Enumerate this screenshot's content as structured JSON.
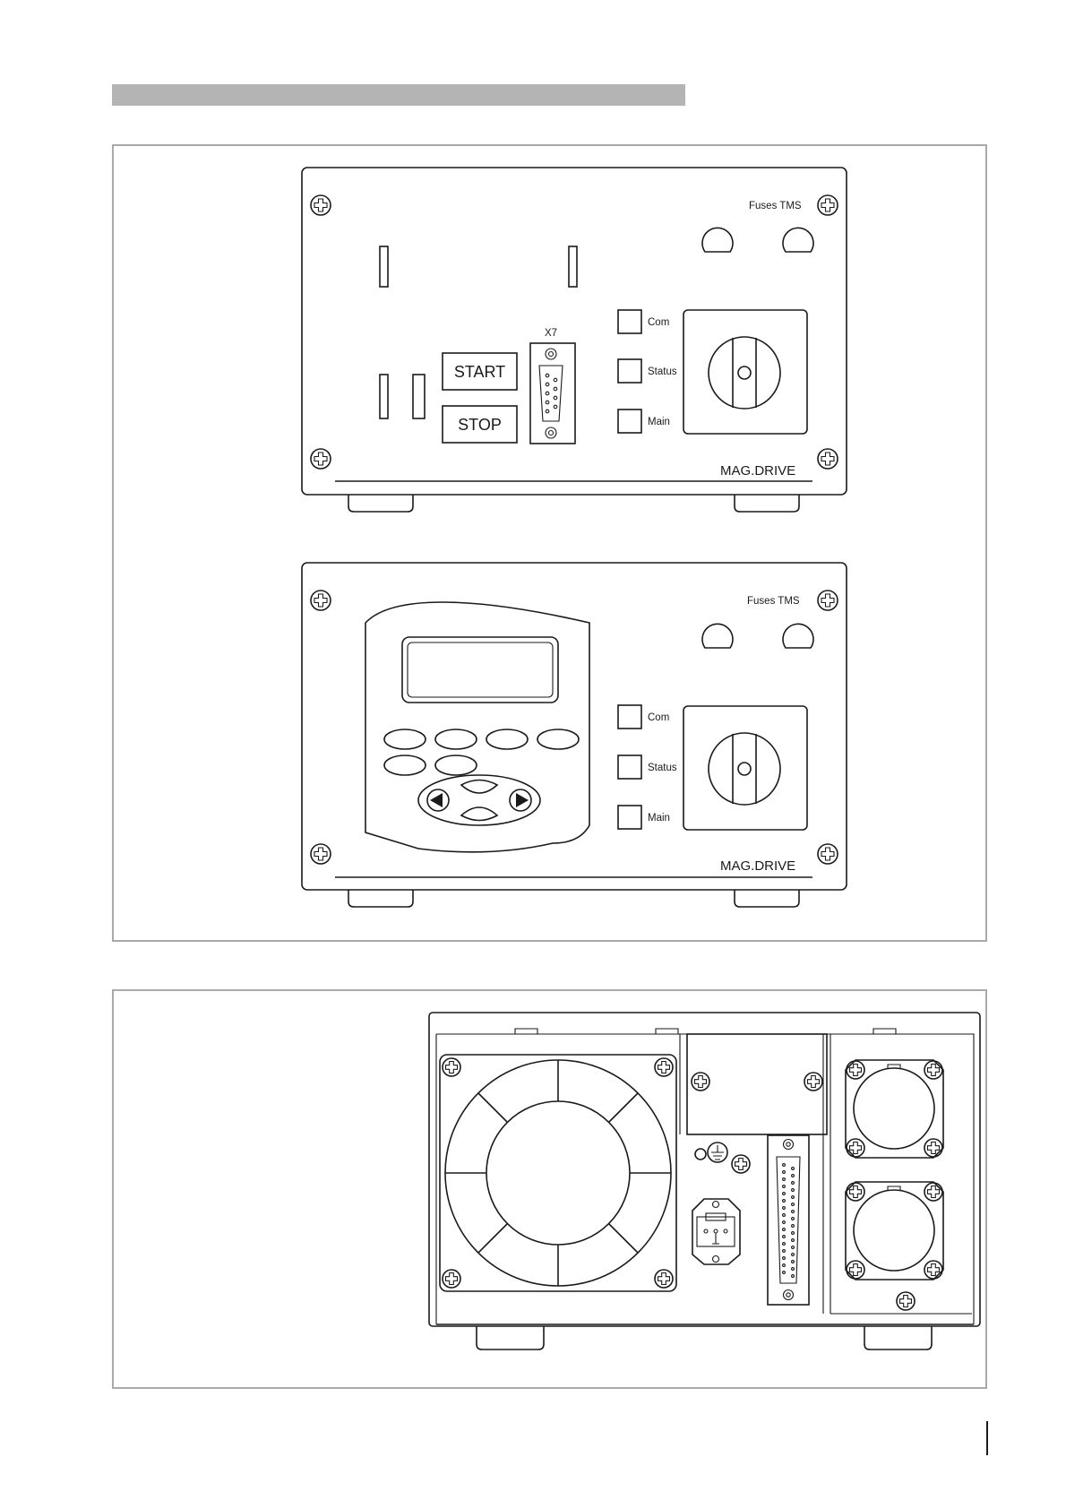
{
  "front_panel_1": {
    "fuses_label": "Fuses TMS",
    "connector_label": "X7",
    "start_label": "START",
    "stop_label": "STOP",
    "led_com": "Com",
    "led_status": "Status",
    "led_main": "Main",
    "brand": "MAG.DRIVE"
  },
  "front_panel_2": {
    "fuses_label": "Fuses TMS",
    "led_com": "Com",
    "led_status": "Status",
    "led_main": "Main",
    "brand": "MAG.DRIVE"
  },
  "icons": [
    "screw-icon",
    "fuse-holder-icon",
    "sub-d-connector-icon",
    "main-switch-icon",
    "fan-icon",
    "ground-icon",
    "power-inlet-icon",
    "circular-connector-icon",
    "arrow-left-icon",
    "arrow-right-icon"
  ]
}
